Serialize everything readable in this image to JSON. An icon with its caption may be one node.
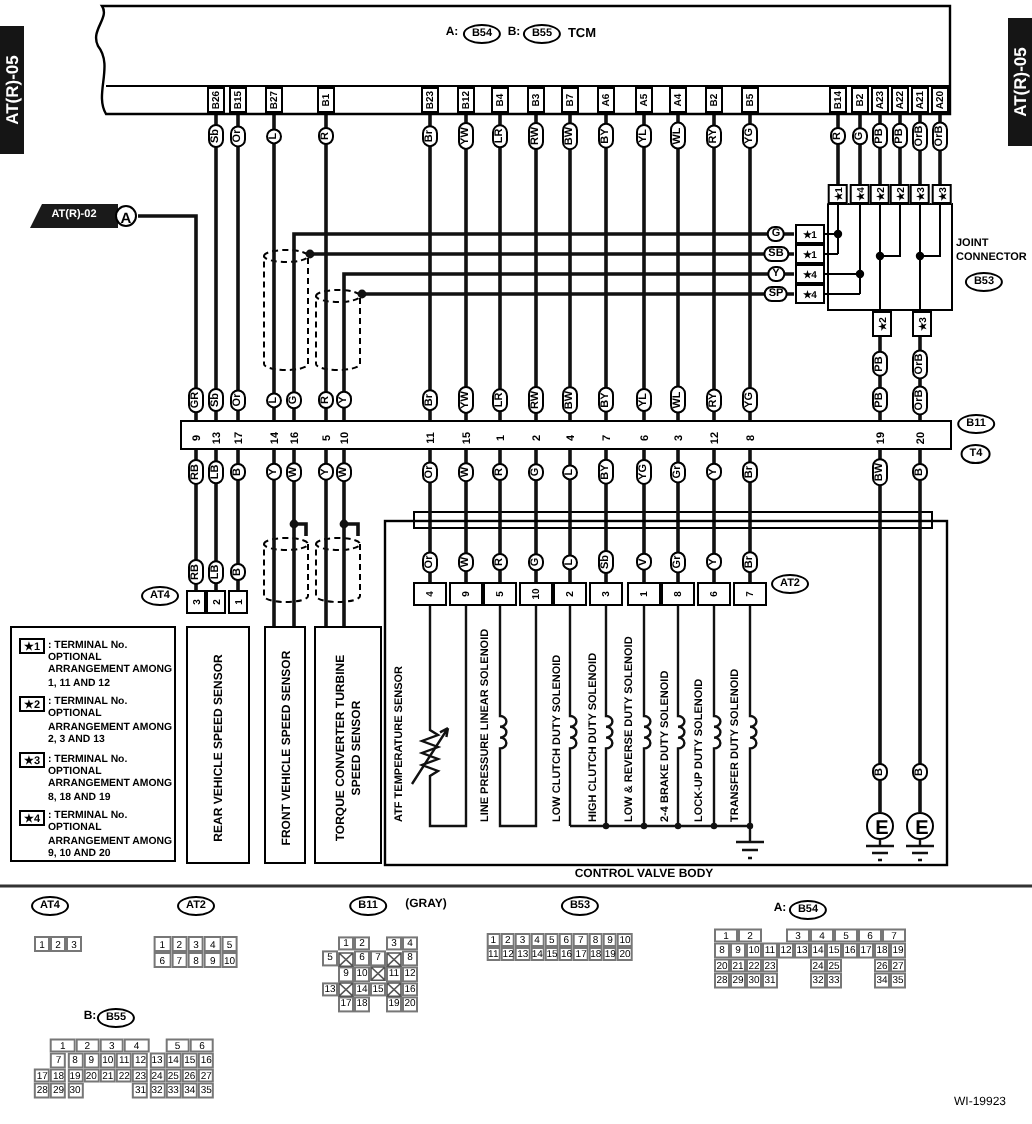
{
  "diagram": {
    "nodes": [
      {
        "text": [
          "TCM"
        ]
      },
      {
        "text": [
          "AT(R)-02",
          "A"
        ]
      },
      {
        "text": [
          "★1",
          "★4",
          "★2",
          "★2",
          "★3",
          "★3",
          "★1",
          "★1",
          "★4",
          "★4",
          "★2",
          "★3"
        ],
        "beside": [
          "JOINT CONNECTOR",
          "B53"
        ]
      },
      {
        "text": [
          "9",
          "13",
          "17",
          "14",
          "16",
          "5",
          "10",
          "11",
          "15",
          "1",
          "2",
          "4",
          "7",
          "6",
          "3",
          "12",
          "8",
          "19",
          "20"
        ],
        "beside": [
          "B11",
          "T4"
        ]
      },
      {
        "text": [
          "3",
          "2",
          "1"
        ],
        "beside": [
          "AT4"
        ]
      },
      {
        "text": [
          "REAR VEHICLE SPEED SENSOR"
        ]
      },
      {
        "text": [
          "FRONT VEHICLE SPEED SENSOR"
        ]
      },
      {
        "text": [
          "TORQUE CONVERTER TURBINE SPEED SENSOR"
        ]
      },
      {
        "text": [
          "CONTROL VALVE BODY"
        ]
      },
      {
        "text": [
          "4",
          "9",
          "5",
          "10",
          "2",
          "3",
          "1",
          "8",
          "6",
          "7"
        ],
        "beside": [
          "AT2"
        ],
        "in": 8
      },
      {
        "text": [
          "E"
        ],
        "in": 8
      },
      {
        "text": [
          "E"
        ],
        "in": 8
      },
      {
        "text": [
          "★1",
          ": TERMINAL No. OPTIONAL ARRANGEMENT AMONG 1, 11 AND 12",
          "★2",
          ": TERMINAL No. OPTIONAL ARRANGEMENT AMONG 2, 3 AND 13",
          "★3",
          ": TERMINAL No. OPTIONAL ARRANGEMENT AMONG 8, 18 AND 19",
          "★4",
          ": TERMINAL No. OPTIONAL ARRANGEMENT AMONG 9, 10 AND 20"
        ]
      },
      {
        "text": [
          "1",
          "2",
          "3"
        ],
        "beside": [
          "AT4"
        ]
      },
      {
        "text": [
          "1",
          "2",
          "3",
          "4",
          "5",
          "6",
          "7",
          "8",
          "9",
          "10"
        ],
        "beside": [
          "AT2"
        ]
      },
      {
        "text": [
          "1",
          "2",
          "3",
          "4",
          "5",
          "6",
          "7",
          "8",
          "9",
          "10",
          "11",
          "12",
          "13",
          "14",
          "15",
          "16",
          "17",
          "18",
          "19",
          "20"
        ],
        "beside": [
          "B11",
          "(GRAY)"
        ]
      },
      {
        "text": [
          "1",
          "2",
          "3",
          "4",
          "5",
          "6",
          "7",
          "8",
          "9",
          "10",
          "11",
          "12",
          "13",
          "14",
          "15",
          "16",
          "17",
          "18",
          "19",
          "20"
        ],
        "beside": [
          "B53"
        ]
      },
      {
        "text": [
          "1",
          "2",
          "3",
          "4",
          "5",
          "6",
          "7",
          "8",
          "9",
          "10",
          "11",
          "12",
          "13",
          "14",
          "15",
          "16",
          "17",
          "18",
          "19",
          "20",
          "21",
          "22",
          "23",
          "24",
          "25",
          "26",
          "27",
          "28",
          "29",
          "30",
          "31",
          "32",
          "33",
          "34",
          "35"
        ],
        "beside": [
          "A:",
          "B54"
        ]
      },
      {
        "text": [
          "1",
          "2",
          "3",
          "4",
          "5",
          "6",
          "7",
          "8",
          "9",
          "10",
          "11",
          "12",
          "13",
          "14",
          "15",
          "16",
          "17",
          "18",
          "19",
          "20",
          "21",
          "22",
          "23",
          "24",
          "25",
          "26",
          "27",
          "28",
          "29",
          "30",
          "31",
          "32",
          "33",
          "34",
          "35"
        ],
        "beside": [
          "B:",
          "B55"
        ]
      }
    ],
    "edges": [
      {
        "from": 0,
        "to": 3,
        "arrow": "none"
      },
      {
        "from": 0,
        "to": 3,
        "arrow": "none"
      },
      {
        "from": 0,
        "to": 3,
        "arrow": "none"
      },
      {
        "from": 0,
        "to": 3,
        "arrow": "none"
      },
      {
        "from": 0,
        "to": 3,
        "arrow": "none"
      },
      {
        "from": 0,
        "to": 3,
        "arrow": "none"
      },
      {
        "from": 0,
        "to": 3,
        "arrow": "none"
      },
      {
        "from": 0,
        "to": 3,
        "arrow": "none"
      },
      {
        "from": 0,
        "to": 3,
        "arrow": "none"
      },
      {
        "from": 0,
        "to": 3,
        "arrow": "none"
      },
      {
        "from": 0,
        "to": 3,
        "arrow": "none"
      },
      {
        "from": 0,
        "to": 3,
        "arrow": "none"
      },
      {
        "from": 0,
        "to": 3,
        "arrow": "none"
      },
      {
        "from": 0,
        "to": 3,
        "arrow": "none"
      },
      {
        "from": 0,
        "to": 2,
        "arrow": "none"
      },
      {
        "from": 0,
        "to": 2,
        "arrow": "none"
      },
      {
        "from": 0,
        "to": 2,
        "arrow": "none"
      },
      {
        "from": 0,
        "to": 2,
        "arrow": "none"
      },
      {
        "from": 0,
        "to": 2,
        "arrow": "none"
      },
      {
        "from": 0,
        "to": 2,
        "arrow": "none"
      },
      {
        "from": 2,
        "to": 3,
        "arrow": "none"
      },
      {
        "from": 2,
        "to": 3,
        "arrow": "none"
      },
      {
        "from": 2,
        "to": null,
        "arrow": "other"
      },
      {
        "from": 2,
        "to": null,
        "arrow": "other"
      },
      {
        "from": 2,
        "to": 3,
        "arrow": "none"
      },
      {
        "from": 2,
        "to": 3,
        "arrow": "none"
      },
      {
        "from": 1,
        "to": 3,
        "arrow": "none"
      },
      {
        "from": 3,
        "to": 4,
        "arrow": "none"
      },
      {
        "from": 3,
        "to": 4,
        "arrow": "none"
      },
      {
        "from": 3,
        "to": 4,
        "arrow": "none"
      },
      {
        "from": 3,
        "to": 6,
        "arrow": "none"
      },
      {
        "from": 3,
        "to": 6,
        "arrow": "none"
      },
      {
        "from": 3,
        "to": 7,
        "arrow": "none"
      },
      {
        "from": 3,
        "to": 7,
        "arrow": "none"
      },
      {
        "from": 3,
        "to": 9,
        "arrow": "none"
      },
      {
        "from": 3,
        "to": 9,
        "arrow": "none"
      },
      {
        "from": 3,
        "to": 9,
        "arrow": "none"
      },
      {
        "from": 3,
        "to": 9,
        "arrow": "none"
      },
      {
        "from": 3,
        "to": 9,
        "arrow": "none"
      },
      {
        "from": 3,
        "to": 9,
        "arrow": "none"
      },
      {
        "from": 3,
        "to": 9,
        "arrow": "none"
      },
      {
        "from": 3,
        "to": 9,
        "arrow": "none"
      },
      {
        "from": 3,
        "to": 9,
        "arrow": "none"
      },
      {
        "from": 3,
        "to": 9,
        "arrow": "none"
      },
      {
        "from": 3,
        "to": 10,
        "arrow": "none"
      },
      {
        "from": 3,
        "to": 11,
        "arrow": "none"
      }
    ],
    "labels": [
      "AT(R)-05",
      "AT(R)-05",
      "A:",
      "B54",
      "B:",
      "B55",
      "B26",
      "B15",
      "B27",
      "B1",
      "B23",
      "B12",
      "B4",
      "B3",
      "B7",
      "A6",
      "A5",
      "A4",
      "B2",
      "B5",
      "B14",
      "B2",
      "A23",
      "A22",
      "A21",
      "A20",
      "Sb",
      "Or",
      "L",
      "R",
      "Br",
      "YW",
      "LR",
      "RW",
      "BW",
      "BY",
      "YL",
      "WL",
      "RY",
      "YG",
      "R",
      "G",
      "PB",
      "PB",
      "OrB",
      "OrB",
      "G",
      "SB",
      "Y",
      "SP",
      "PB",
      "OrB",
      "GR",
      "Sb",
      "Or",
      "L",
      "G",
      "R",
      "Y",
      "Br",
      "YW",
      "LR",
      "RW",
      "BW",
      "BY",
      "YL",
      "WL",
      "RY",
      "YG",
      "PB",
      "OrB",
      "RB",
      "LB",
      "B",
      "Y",
      "W",
      "Y",
      "W",
      "Or",
      "W",
      "R",
      "G",
      "L",
      "BY",
      "YG",
      "Gr",
      "Y",
      "Br",
      "BW",
      "B",
      "RB",
      "LB",
      "B",
      "Or",
      "W",
      "R",
      "G",
      "L",
      "Sb",
      "V",
      "Gr",
      "Y",
      "Br",
      "ATF TEMPERATURE SENSOR",
      "LINE PRESSURE LINEAR SOLENOID",
      "LOW CLUTCH DUTY SOLENOID",
      "HIGH CLUTCH DUTY SOLENOID",
      "LOW & REVERSE DUTY SOLENOID",
      "2-4 BRAKE DUTY SOLENOID",
      "LOCK-UP DUTY SOLENOID",
      "TRANSFER DUTY SOLENOID",
      "B",
      "B",
      "WI-19923"
    ]
  }
}
